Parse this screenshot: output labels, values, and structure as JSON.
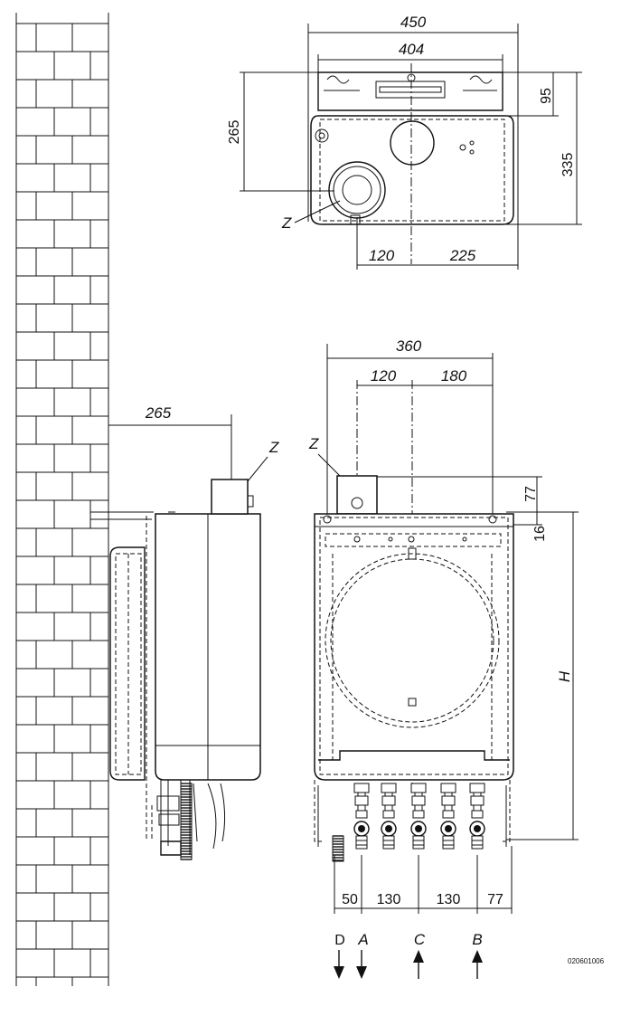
{
  "top_view": {
    "width_overall": "450",
    "width_bracket": "404",
    "depth_to_flue": "265",
    "bracket_depth": "95",
    "depth_overall": "335",
    "flue_offset": "120",
    "flue_to_side": "225",
    "flue_label": "Z"
  },
  "side_view": {
    "depth_to_flue": "265",
    "flue_label": "Z"
  },
  "front_view": {
    "width_total": "360",
    "flue_offset": "120",
    "half_width": "180",
    "flue_height": "77",
    "bracket_offset": "16",
    "height_label": "H",
    "flue_label": "Z",
    "connection_spacing": [
      "50",
      "130",
      "130",
      "77"
    ],
    "connections": [
      "D",
      "A",
      "C",
      "B"
    ]
  },
  "drawing_code": "020601006"
}
